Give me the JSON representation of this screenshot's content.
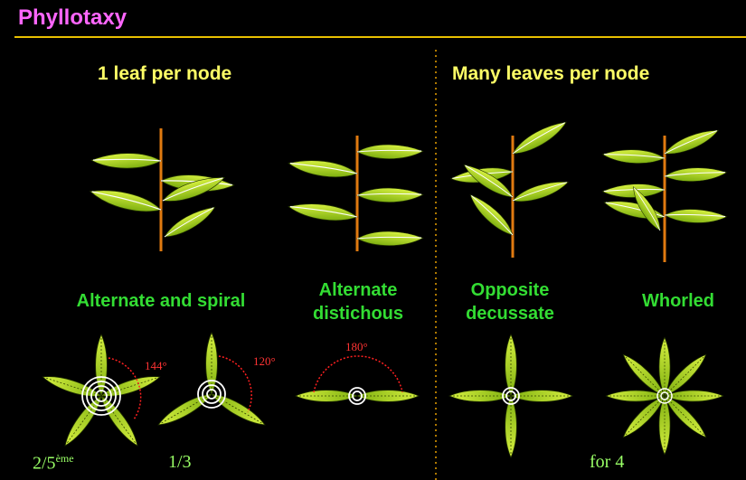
{
  "title": "Phyllotaxy",
  "headings": {
    "left": "1 leaf per node",
    "right": "Many leaves per node"
  },
  "labels": {
    "spiral": "Alternate and spiral",
    "distichous": "Alternate\ndistichous",
    "opposite": "Opposite\ndecussate",
    "whorled": "Whorled"
  },
  "angles": {
    "a144": "144°",
    "a120": "120°",
    "a180": "180°"
  },
  "fractions": {
    "two_fifths_base": "2/5",
    "two_fifths_sup": "ème",
    "one_third": "1/3",
    "for_four": "for 4"
  },
  "colors": {
    "title": "#ff66ff",
    "rule": "#e8c000",
    "heading": "#ffff66",
    "label": "#33dd33",
    "leaf": "#b3e01a",
    "stem": "#e07a10",
    "arc": "#ff2020"
  }
}
